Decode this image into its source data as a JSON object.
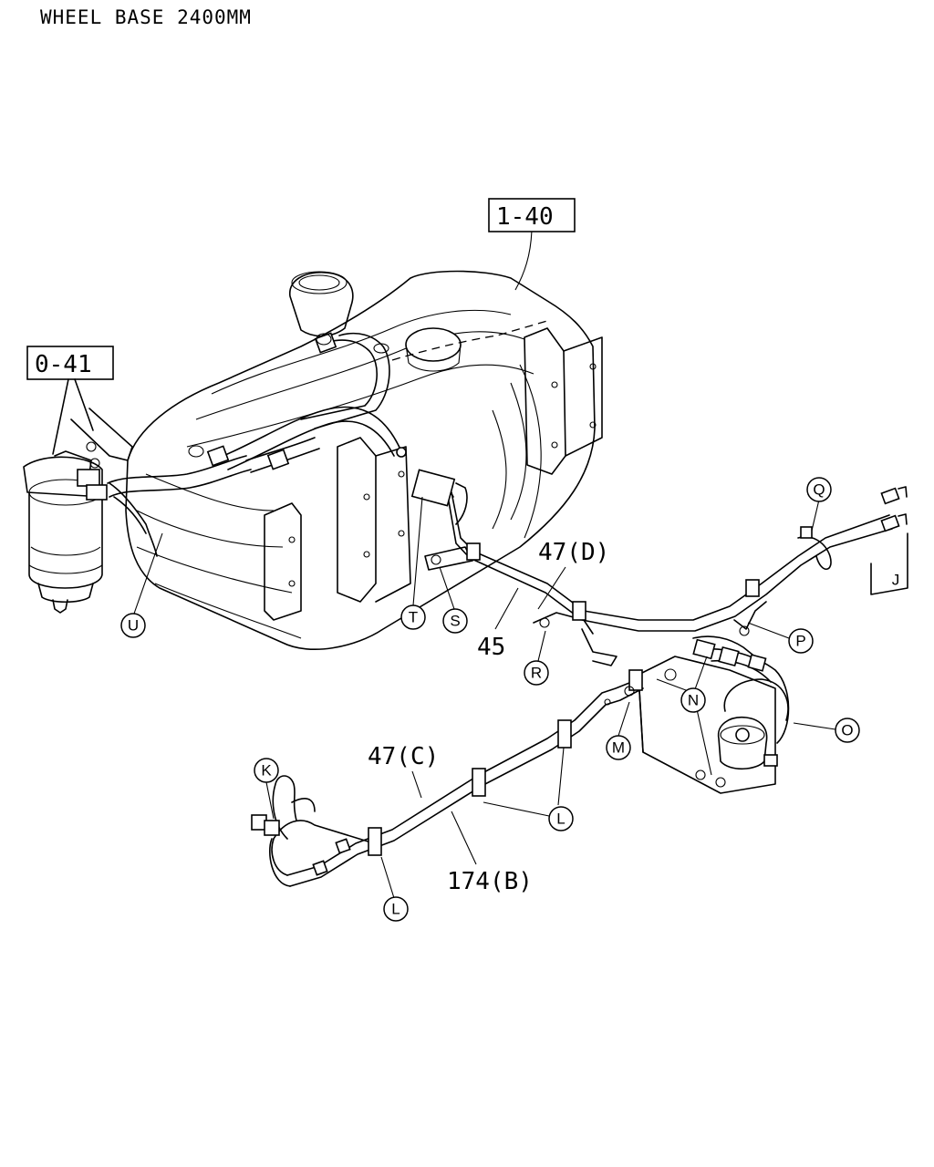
{
  "title": "WHEEL BASE 2400MM",
  "boxed_refs": [
    {
      "id": "ref-1-40",
      "text": "1-40"
    },
    {
      "id": "ref-0-41",
      "text": "0-41"
    }
  ],
  "part_numbers": [
    {
      "id": "pn-47d",
      "text": "47(D)"
    },
    {
      "id": "pn-45",
      "text": "45"
    },
    {
      "id": "pn-47c",
      "text": "47(C)"
    },
    {
      "id": "pn-174b",
      "text": "174(B)"
    }
  ],
  "callouts": [
    {
      "id": "Q",
      "text": "Q"
    },
    {
      "id": "J",
      "text": "J"
    },
    {
      "id": "P",
      "text": "P"
    },
    {
      "id": "N",
      "text": "N"
    },
    {
      "id": "O",
      "text": "O"
    },
    {
      "id": "M",
      "text": "M"
    },
    {
      "id": "L1",
      "text": "L"
    },
    {
      "id": "L2",
      "text": "L"
    },
    {
      "id": "K",
      "text": "K"
    },
    {
      "id": "R",
      "text": "R"
    },
    {
      "id": "S",
      "text": "S"
    },
    {
      "id": "T",
      "text": "T"
    },
    {
      "id": "U",
      "text": "U"
    }
  ]
}
